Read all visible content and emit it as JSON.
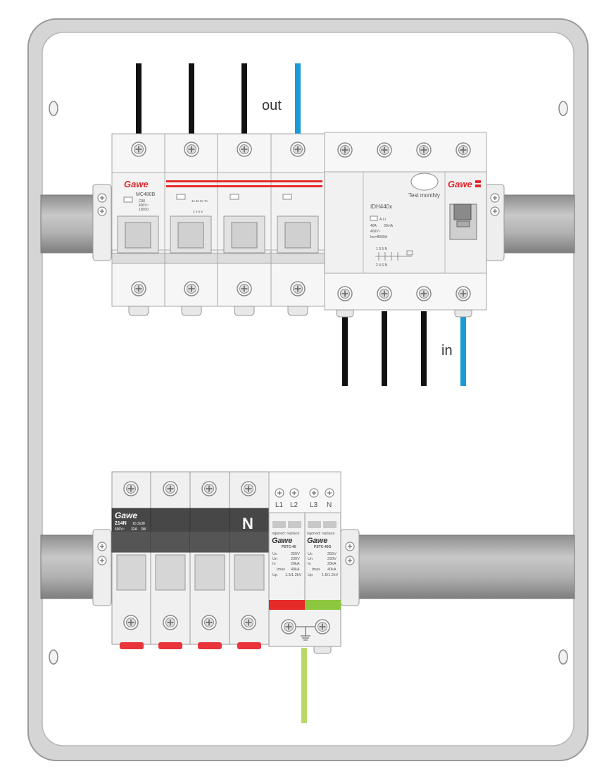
{
  "labels": {
    "out": "out",
    "in": "in"
  },
  "brand": "Gawe",
  "mcb": {
    "model": "MC480B",
    "curve": "C80",
    "voltage": "400V~",
    "rating": "10000",
    "terminals_top": "1s 3s 5s 7s",
    "terminals_bottom": "2 4 6 8"
  },
  "rcd": {
    "test_label": "Test monthly",
    "model": "IDH440x",
    "type": "A I-I",
    "current": "40A",
    "sensitivity": "30mA",
    "voltage": "400V~",
    "breaking": "Inc=8000A",
    "terminals_top": "1 3 5 N",
    "terminals_bottom": "2 4 6 N"
  },
  "fuse": {
    "model": "214N",
    "size": "10.3x38",
    "voltage": "690V~",
    "current": "32A",
    "power": "3W",
    "neutral": "N"
  },
  "spd": {
    "terminals": [
      "L1",
      "L2",
      "L3",
      "N"
    ],
    "indicator": "rajoned: replace",
    "modules": [
      {
        "model": "PSTC-40",
        "uc_label": "Uc",
        "uc": "255V",
        "un_label": "Un",
        "un": "230V",
        "in_label": "In",
        "in": "20kA",
        "imax_label": "Imax",
        "imax": "40kA",
        "up_label": "Up",
        "up": "1.5/1.2kV"
      },
      {
        "model": "PSTC-40G",
        "uc_label": "Uc",
        "uc": "255V",
        "un_label": "Un",
        "un": "230V",
        "in_label": "In",
        "in": "20kA",
        "imax_label": "Imax",
        "imax": "40kA",
        "up_label": "Up",
        "up": "1.5/1.2kV"
      }
    ]
  },
  "colors": {
    "phase_wire": "#111111",
    "neutral_wire": "#1a9ad6",
    "earth_wire": "#b9d86a",
    "brand_red": "#e0282d",
    "bar_red": "#e62a2a",
    "bar_green": "#8dc63f",
    "rail": "#a9a9a9",
    "frame": "#a8a8a8"
  }
}
